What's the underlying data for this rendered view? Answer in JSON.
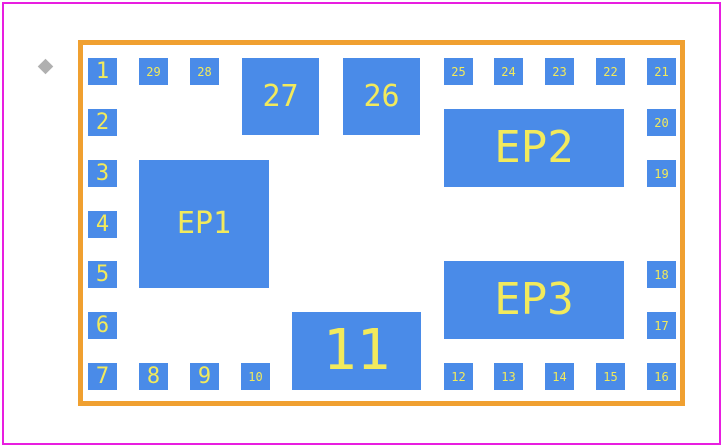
{
  "footprint": {
    "pins_left": [
      "1",
      "2",
      "3",
      "4",
      "5",
      "6",
      "7"
    ],
    "pins_top": [
      "29",
      "28",
      "25",
      "24",
      "23",
      "22",
      "21"
    ],
    "pins_right": [
      "20",
      "19",
      "18",
      "17"
    ],
    "pins_bottom": [
      "8",
      "9",
      "10",
      "12",
      "13",
      "14",
      "15",
      "16"
    ],
    "pad_27": "27",
    "pad_26": "26",
    "pad_11": "11",
    "ep1": "EP1",
    "ep2": "EP2",
    "ep3": "EP3"
  },
  "colors": {
    "pad": "#4a8be8",
    "label": "#f2ea5c",
    "outline": "#f0a030",
    "courtyard": "#e81ee0",
    "marker": "#b0b0b0"
  },
  "icons": {
    "pin1_marker": "diamond-marker-icon"
  }
}
